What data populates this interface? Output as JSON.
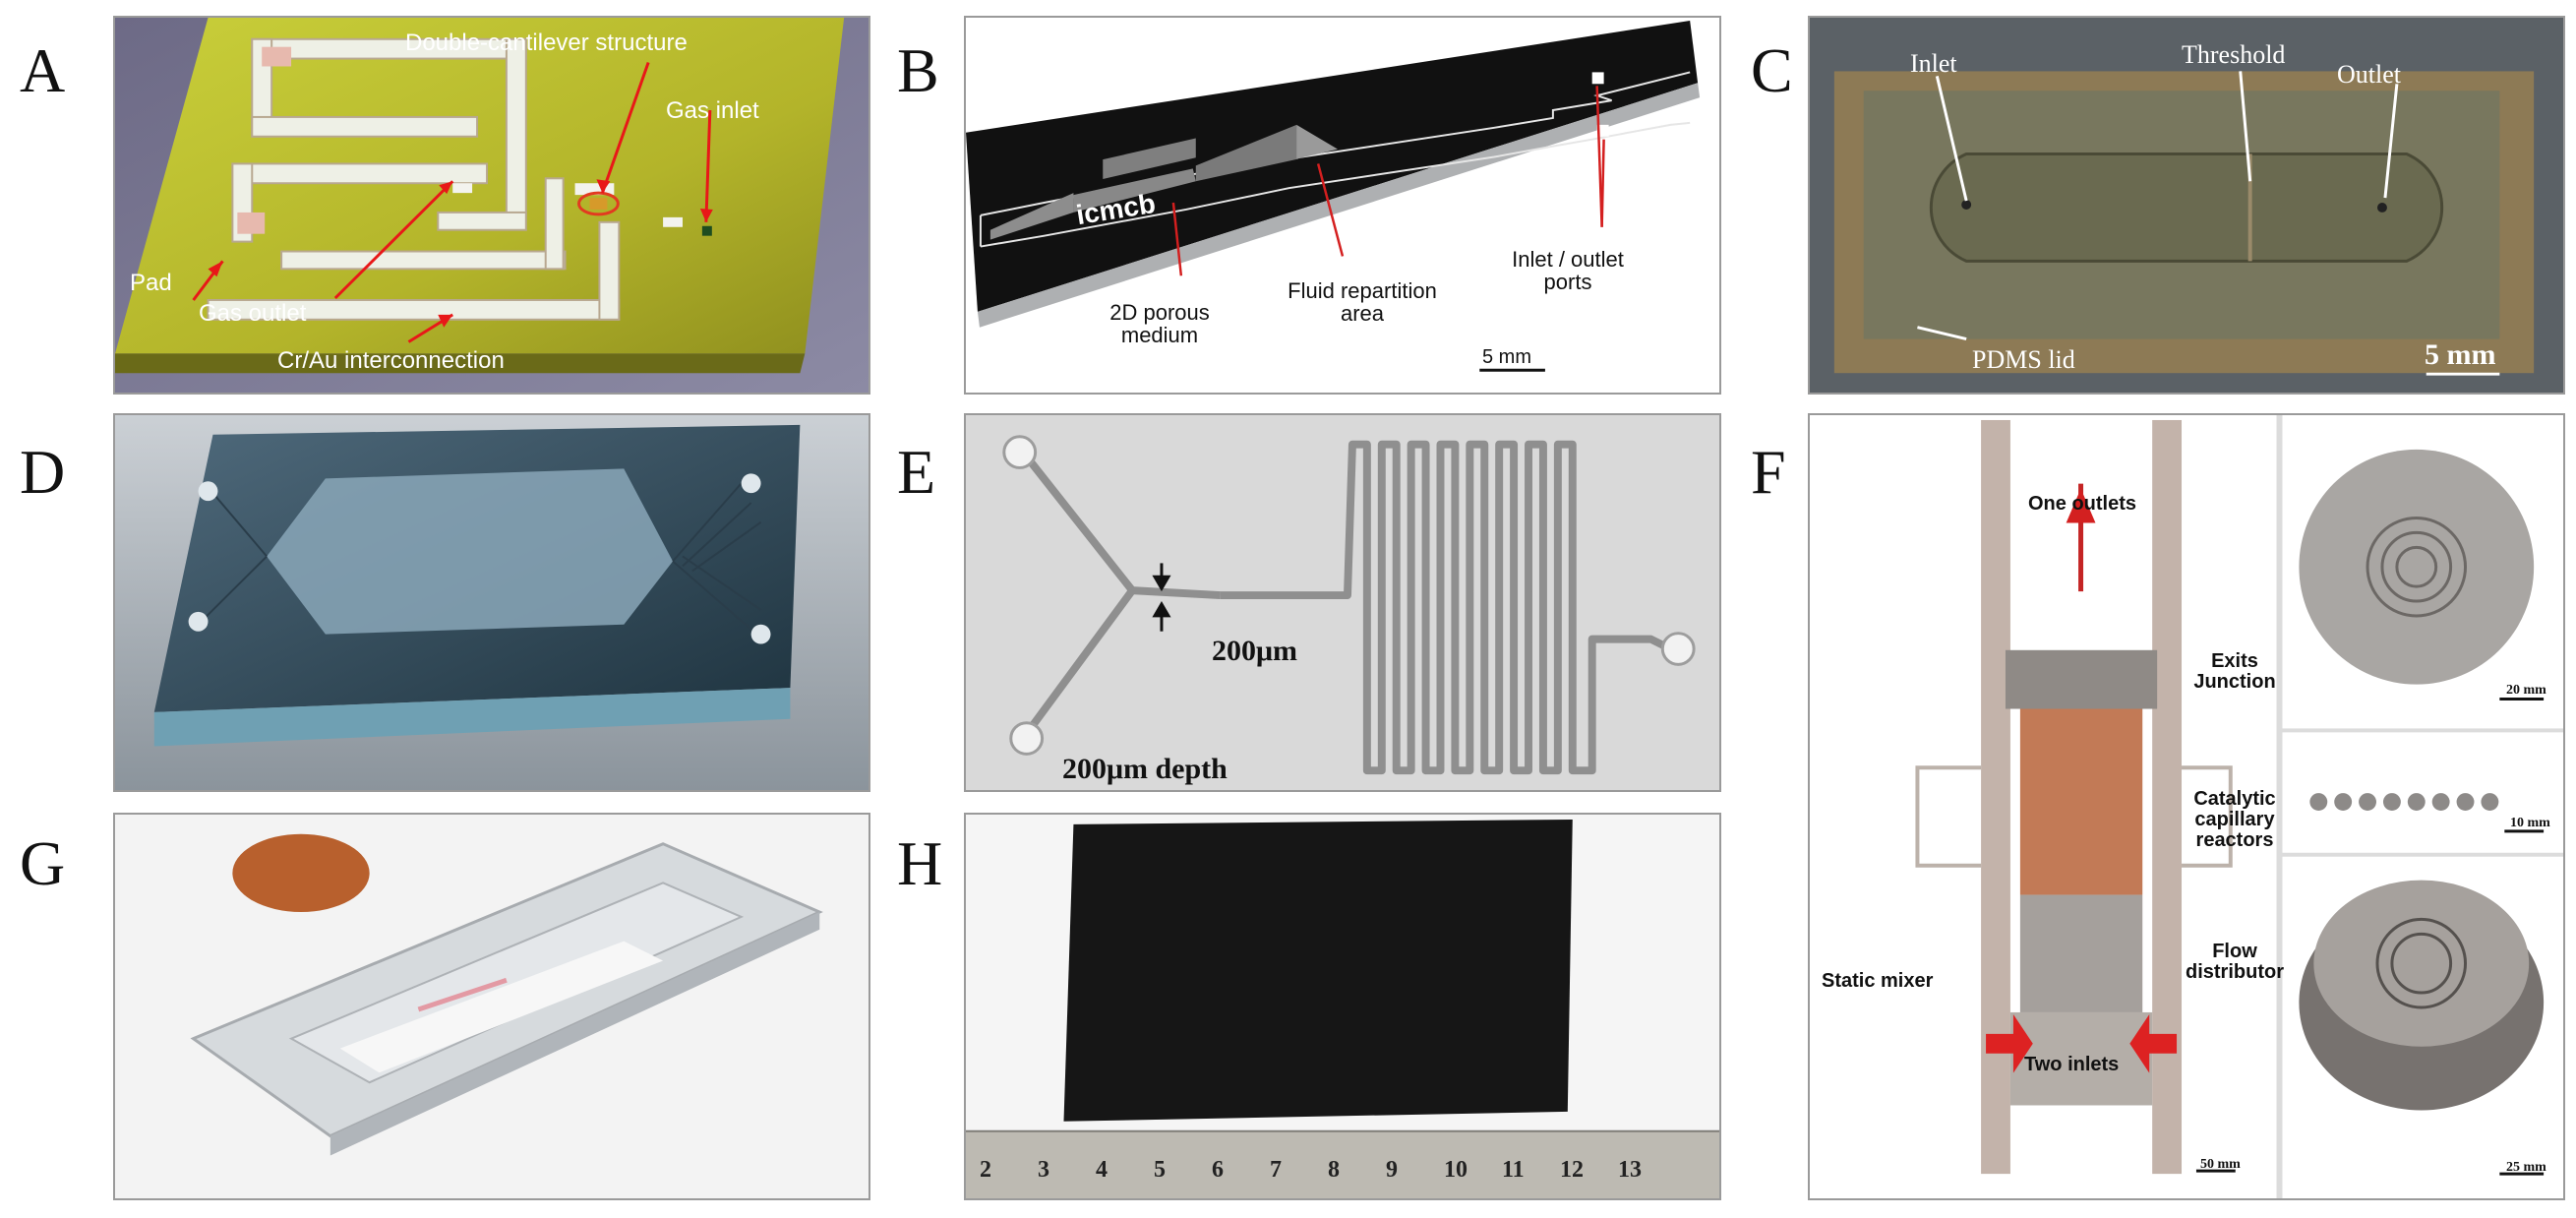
{
  "figure": {
    "panel_letters": [
      "A",
      "B",
      "C",
      "D",
      "E",
      "F",
      "G",
      "H"
    ]
  },
  "panelA": {
    "labels": {
      "double_cantilever": "Double-cantilever structure",
      "gas_inlet": "Gas inlet",
      "pad": "Pad",
      "gas_outlet": "Gas outlet",
      "interconnection": "Cr/Au interconnection"
    }
  },
  "panelB": {
    "logo_text": "icmcb",
    "labels": {
      "porous_line1": "2D porous",
      "porous_line2": "medium",
      "fluid_line1": "Fluid repartition",
      "fluid_line2": "area",
      "ports_line1": "Inlet / outlet",
      "ports_line2": "ports",
      "scale": "5 mm"
    }
  },
  "panelC": {
    "labels": {
      "inlet": "Inlet",
      "threshold": "Threshold",
      "outlet": "Outlet",
      "lid": "PDMS lid",
      "scale": "5 mm"
    }
  },
  "panelE": {
    "labels": {
      "width": "200μm",
      "depth": "200μm depth"
    }
  },
  "panelF": {
    "labels": {
      "outlets": "One outlets",
      "exits_line1": "Exits",
      "exits_line2": "Junction",
      "catalytic_line1": "Catalytic",
      "catalytic_line2": "capillary",
      "catalytic_line3": "reactors",
      "static_mixer": "Static mixer",
      "flow_line1": "Flow",
      "flow_line2": "distributor",
      "inlets": "Two inlets",
      "scale_main": "50 mm",
      "scale_top": "20 mm",
      "scale_mid": "10 mm",
      "scale_bottom": "25 mm"
    }
  },
  "panelH": {
    "ruler_numbers": [
      "2",
      "3",
      "4",
      "5",
      "6",
      "7",
      "8",
      "9",
      "10",
      "11",
      "12",
      "13"
    ]
  }
}
